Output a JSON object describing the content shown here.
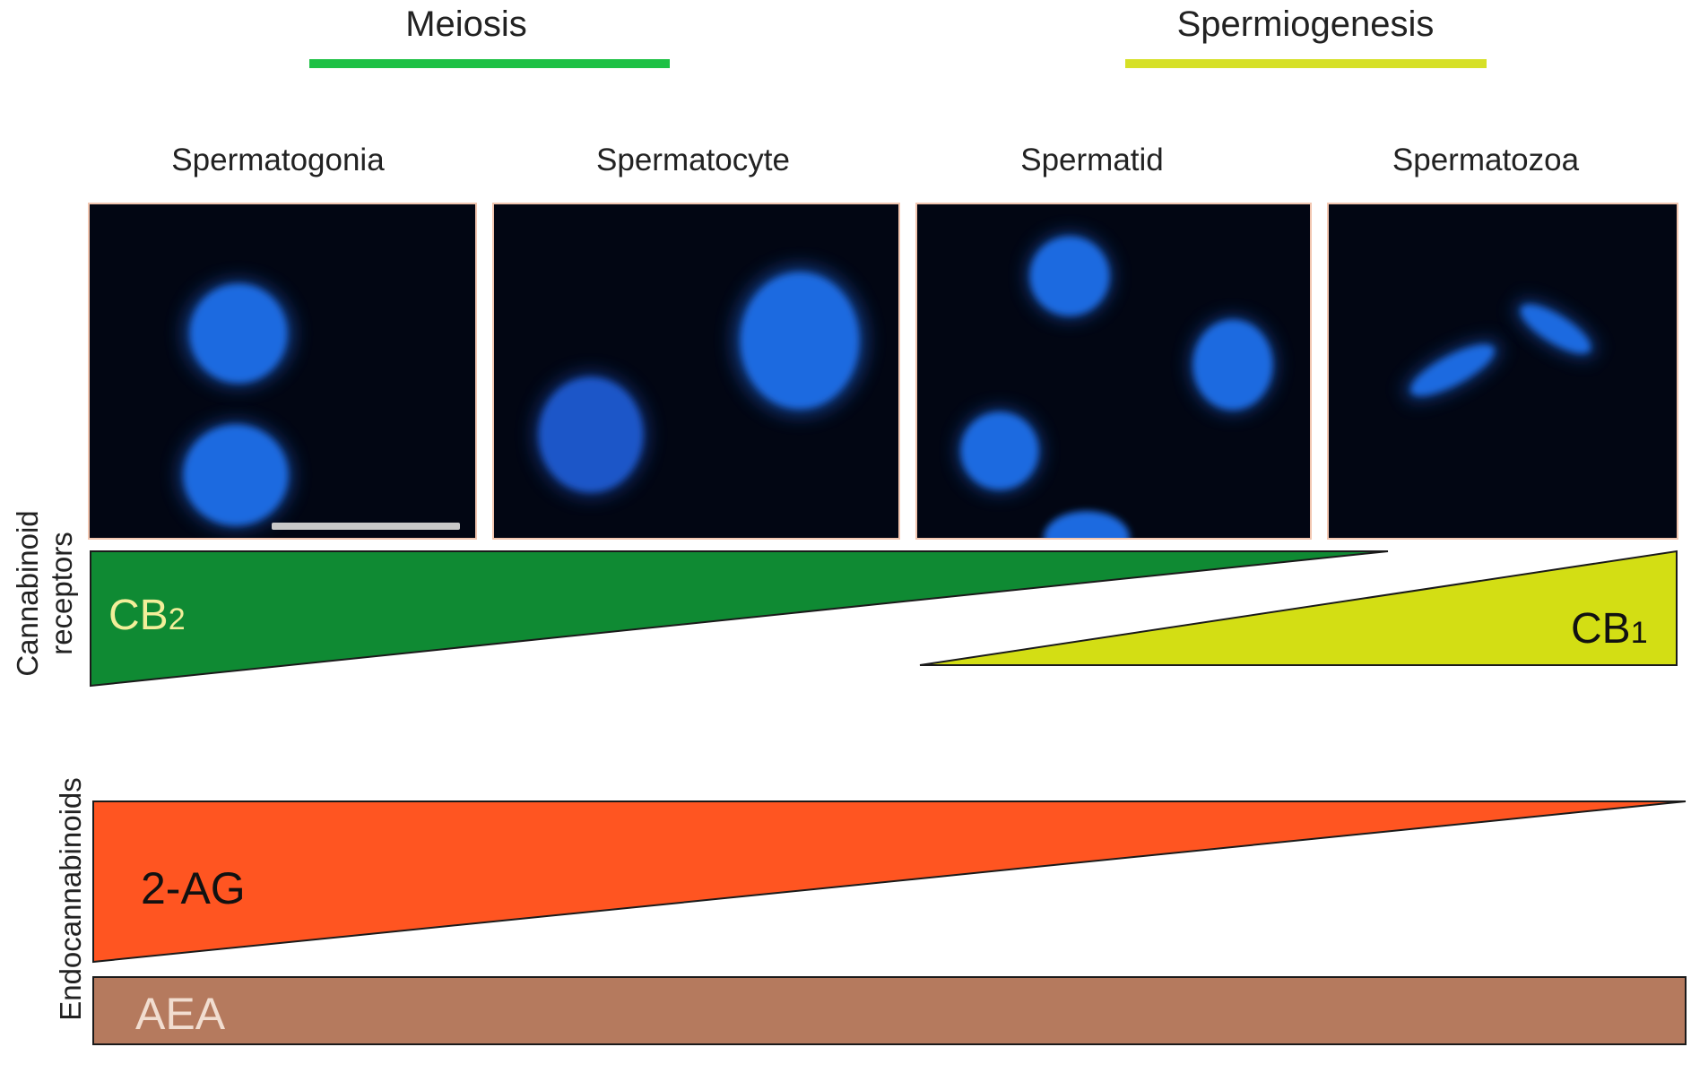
{
  "phases": {
    "meiosis": {
      "label": "Meiosis",
      "color": "#1ec145"
    },
    "spermiogenesis": {
      "label": "Spermiogenesis",
      "color": "#d6e027"
    }
  },
  "stages": [
    {
      "label": "Spermatogonia"
    },
    {
      "label": "Spermatocyte"
    },
    {
      "label": "Spermatid"
    },
    {
      "label": "Spermatozoa"
    }
  ],
  "micrographs": {
    "background": "#020613",
    "frame_color": "#f2c6b0",
    "nucleus_color": "#1f6be0",
    "scale_bar_color": "#c8c8c8"
  },
  "receptors": {
    "axis_label_line1": "Cannabinoid",
    "axis_label_line2": "receptors",
    "cb2": {
      "label": "CB",
      "subscript": "2",
      "color": "#0f8a33",
      "label_color": "#f3ef9a"
    },
    "cb1": {
      "label": "CB",
      "subscript": "1",
      "color": "#d3de14",
      "label_color": "#111111"
    }
  },
  "endocannabinoids": {
    "axis_label": "Endocannabinoids",
    "two_ag": {
      "label": "2-AG",
      "color": "#ff5521",
      "label_color": "#111111"
    },
    "aea": {
      "label": "AEA",
      "color": "#b57a5e",
      "label_color": "#f1ddd0"
    }
  }
}
